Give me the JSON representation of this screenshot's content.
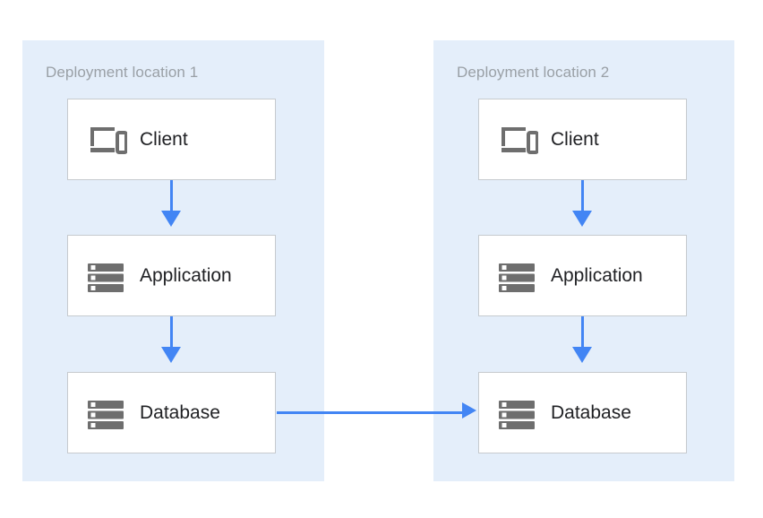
{
  "diagram": {
    "type": "architecture-deployment",
    "background_color": "#ffffff",
    "zone_color": "#e4eefa",
    "node_border_color": "#c6cace",
    "arrow_color": "#4285f4",
    "icon_color": "#6e6e6e",
    "title_color": "#9aa0a6",
    "label_color": "#202124"
  },
  "zones": [
    {
      "id": "location-1",
      "title": "Deployment location 1",
      "nodes": [
        {
          "id": "client-1",
          "label": "Client",
          "icon": "client-devices-icon"
        },
        {
          "id": "application-1",
          "label": "Application",
          "icon": "server-icon"
        },
        {
          "id": "database-1",
          "label": "Database",
          "icon": "server-icon"
        }
      ]
    },
    {
      "id": "location-2",
      "title": "Deployment location 2",
      "nodes": [
        {
          "id": "client-2",
          "label": "Client",
          "icon": "client-devices-icon"
        },
        {
          "id": "application-2",
          "label": "Application",
          "icon": "server-icon"
        },
        {
          "id": "database-2",
          "label": "Database",
          "icon": "server-icon"
        }
      ]
    }
  ],
  "connections": [
    {
      "id": "client-app-1",
      "from": "client-1",
      "to": "application-1",
      "direction": "down"
    },
    {
      "id": "app-db-1",
      "from": "application-1",
      "to": "database-1",
      "direction": "down"
    },
    {
      "id": "client-app-2",
      "from": "client-2",
      "to": "application-2",
      "direction": "down"
    },
    {
      "id": "app-db-2",
      "from": "application-2",
      "to": "database-2",
      "direction": "down"
    },
    {
      "id": "db-db",
      "from": "database-1",
      "to": "database-2",
      "direction": "right"
    }
  ]
}
